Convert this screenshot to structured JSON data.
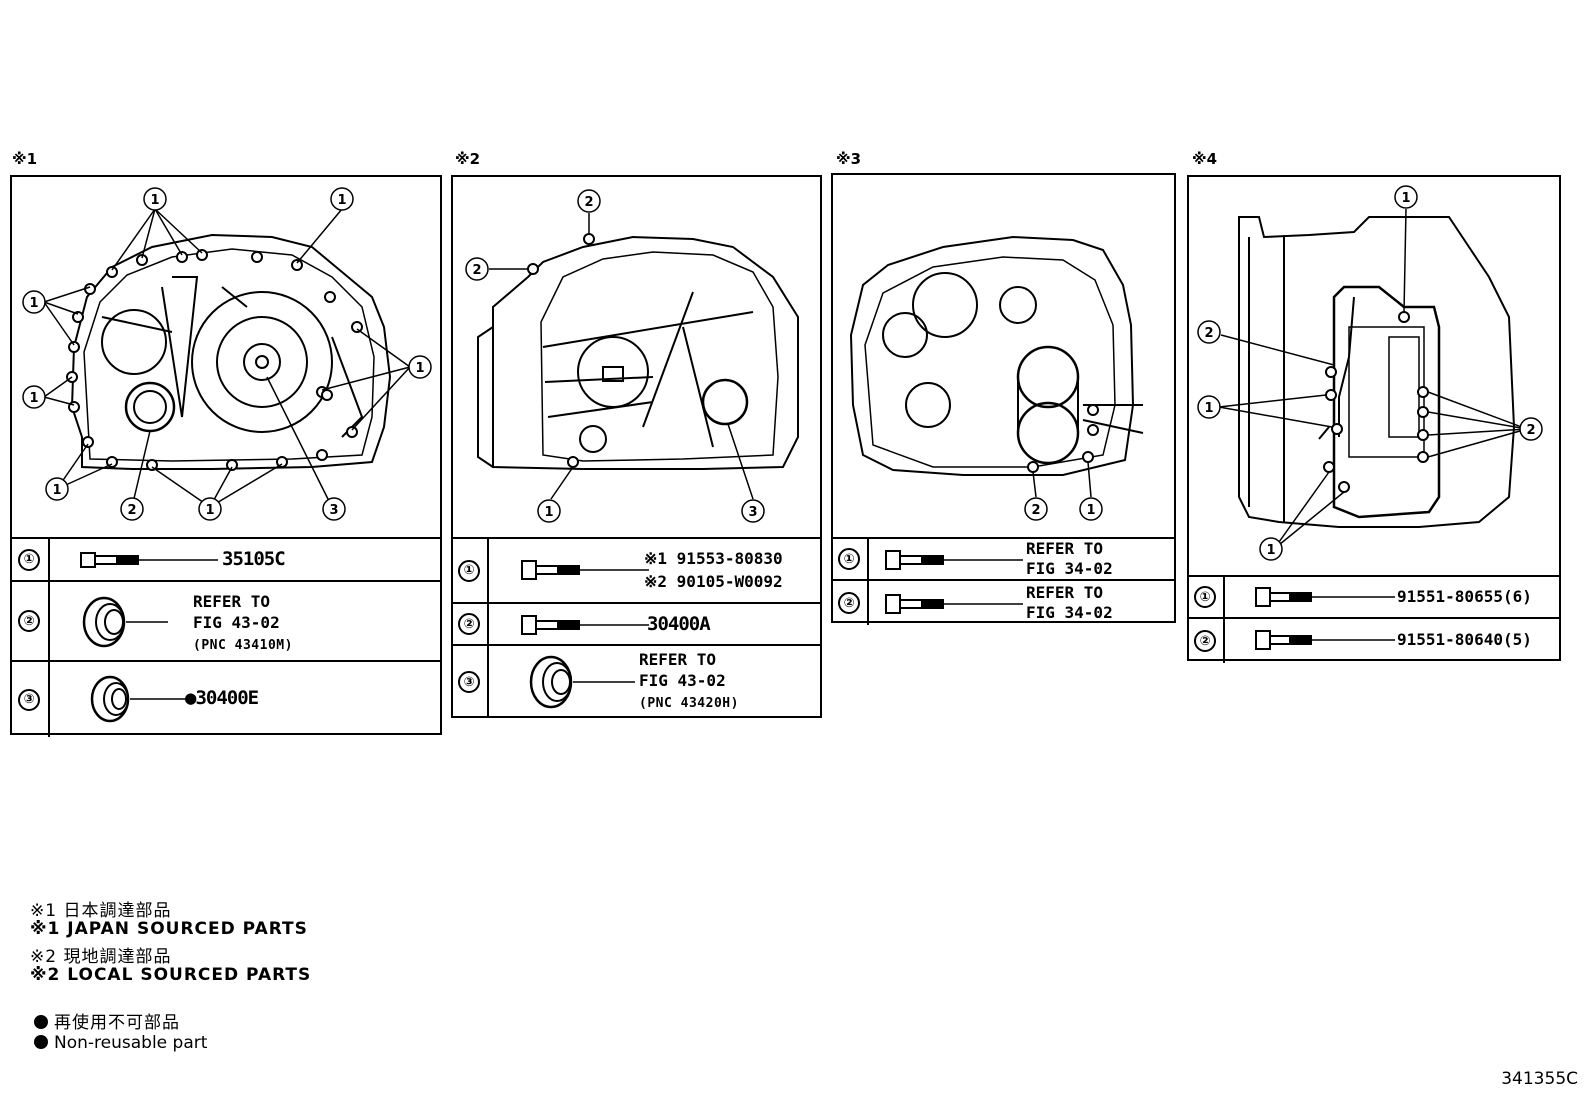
{
  "panels": [
    {
      "label": "※1",
      "rows": [
        {
          "num": "①",
          "type": "bolt",
          "lines": [
            "35105C"
          ]
        },
        {
          "num": "②",
          "type": "seal",
          "lines": [
            "REFER TO",
            "FIG 43-02",
            "(PNC 43410M)"
          ]
        },
        {
          "num": "③",
          "type": "seal",
          "lines": [
            "●30400E"
          ]
        }
      ]
    },
    {
      "label": "※2",
      "rows": [
        {
          "num": "①",
          "type": "bolt",
          "lines": [
            "※1 91553-80830",
            "※2 90105-W0092"
          ]
        },
        {
          "num": "②",
          "type": "bolt",
          "lines": [
            "30400A"
          ]
        },
        {
          "num": "③",
          "type": "seal",
          "lines": [
            "REFER TO",
            "FIG 43-02",
            "(PNC 43420H)"
          ]
        }
      ]
    },
    {
      "label": "※3",
      "rows": [
        {
          "num": "①",
          "type": "bolt",
          "lines": [
            "REFER TO",
            "FIG 34-02"
          ]
        },
        {
          "num": "②",
          "type": "bolt",
          "lines": [
            "REFER TO",
            "FIG 34-02"
          ]
        }
      ]
    },
    {
      "label": "※4",
      "rows": [
        {
          "num": "①",
          "type": "bolt",
          "lines": [
            "91551-80655(6)"
          ]
        },
        {
          "num": "②",
          "type": "bolt",
          "lines": [
            "91551-80640(5)"
          ]
        }
      ]
    }
  ],
  "callouts": {
    "one": "1",
    "two": "2",
    "three": "3"
  },
  "notes": [
    "※1 日本調達部品",
    "※1 JAPAN SOURCED PARTS",
    "※2 現地調達部品",
    "※2 LOCAL SOURCED PARTS"
  ],
  "legend": {
    "jp": "再使用不可部品",
    "en": "Non-reusable part"
  },
  "figure_id": "341355C"
}
